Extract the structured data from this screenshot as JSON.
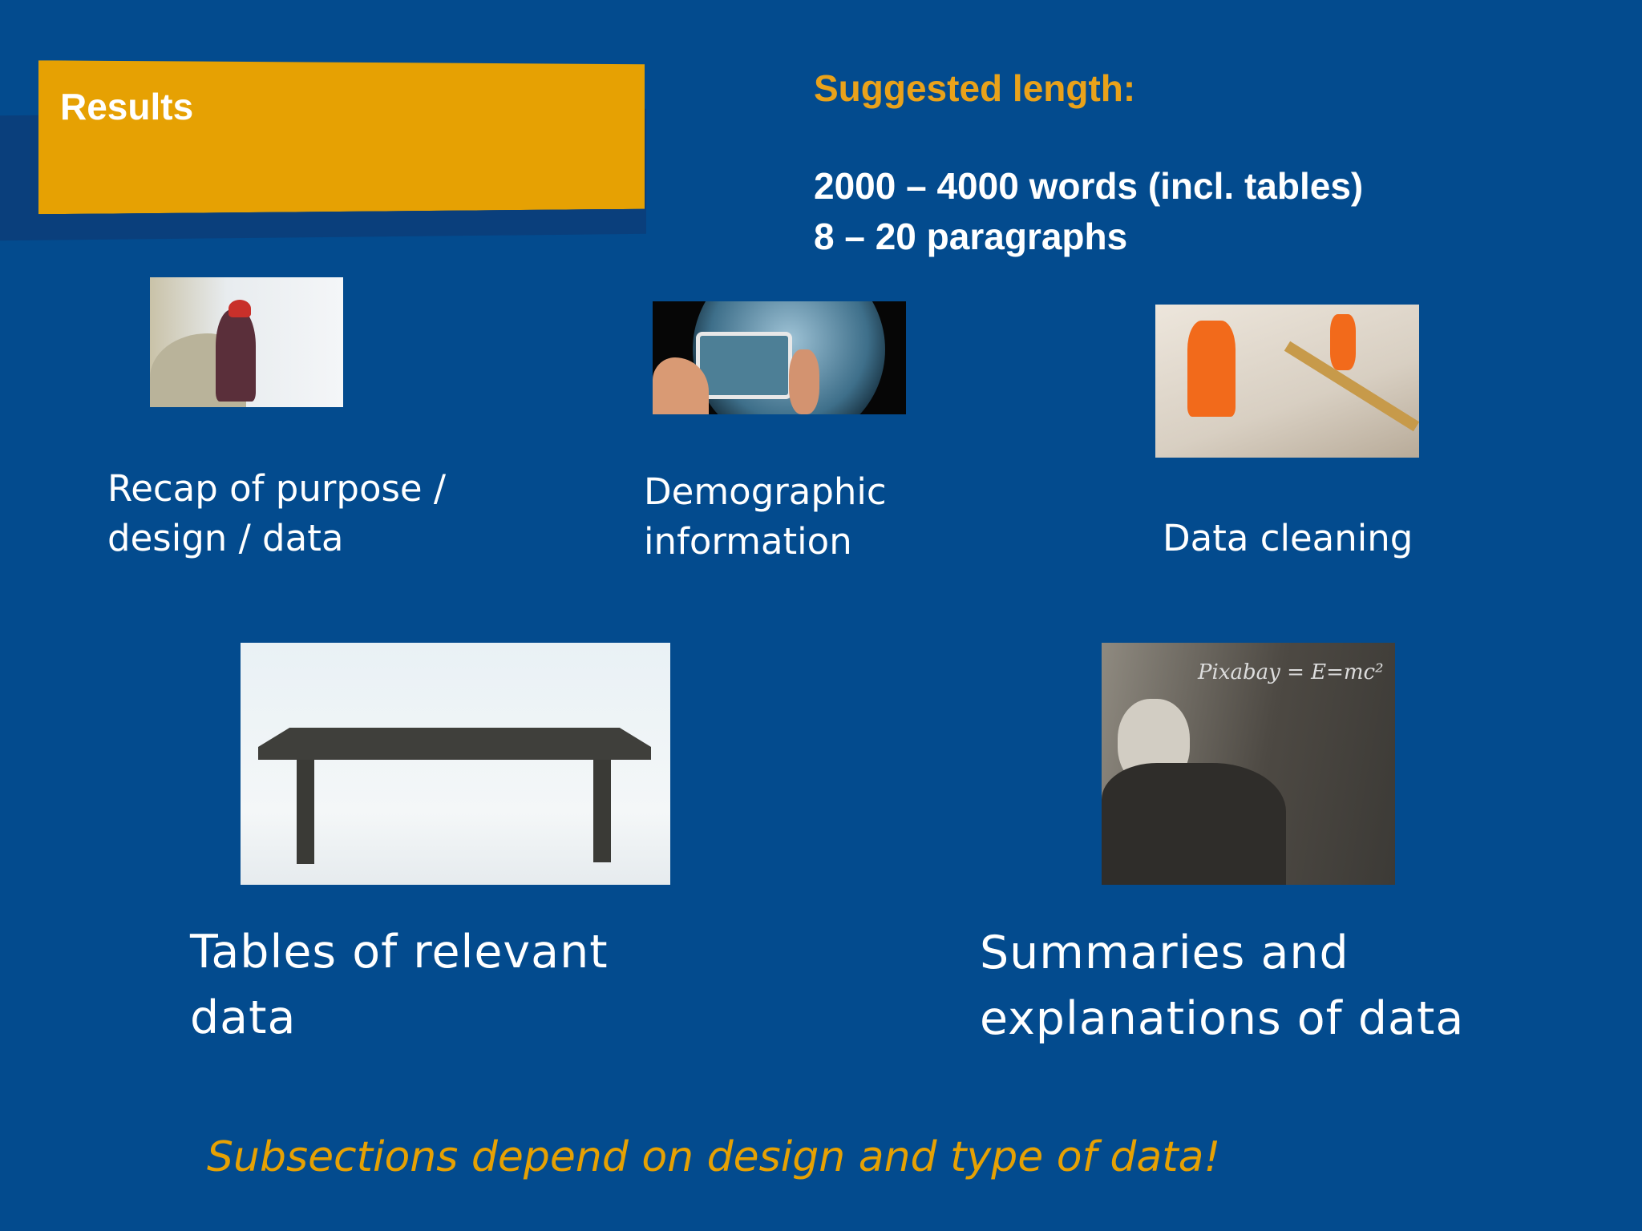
{
  "slide": {
    "title": "Results",
    "suggested_length": {
      "heading": "Suggested length:",
      "words": "2000 – 4000 words (incl. tables)",
      "paragraphs": "8 – 20 paragraphs"
    },
    "items": [
      {
        "label_lines": [
          "Recap of purpose /",
          "design / data"
        ],
        "image": "person-writing-on-beach-photo"
      },
      {
        "label_lines": [
          "Demographic",
          "information"
        ],
        "image": "phone-photographing-globe-of-faces-photo"
      },
      {
        "label_lines": [
          "Data cleaning"
        ],
        "image": "miniature-workers-sweeping-photo"
      },
      {
        "label_lines": [
          "Tables of relevant",
          "data"
        ],
        "image": "wooden-table-photo"
      },
      {
        "label_lines": [
          "Summaries and",
          "explanations of data"
        ],
        "image": "einstein-blackboard-photo",
        "image_text": "Pixabay = E=mc²"
      }
    ],
    "footer_note": "Subsections depend on design and type of data!",
    "colors": {
      "background": "#034b8e",
      "accent": "#e6a103",
      "text": "#ffffff"
    }
  }
}
